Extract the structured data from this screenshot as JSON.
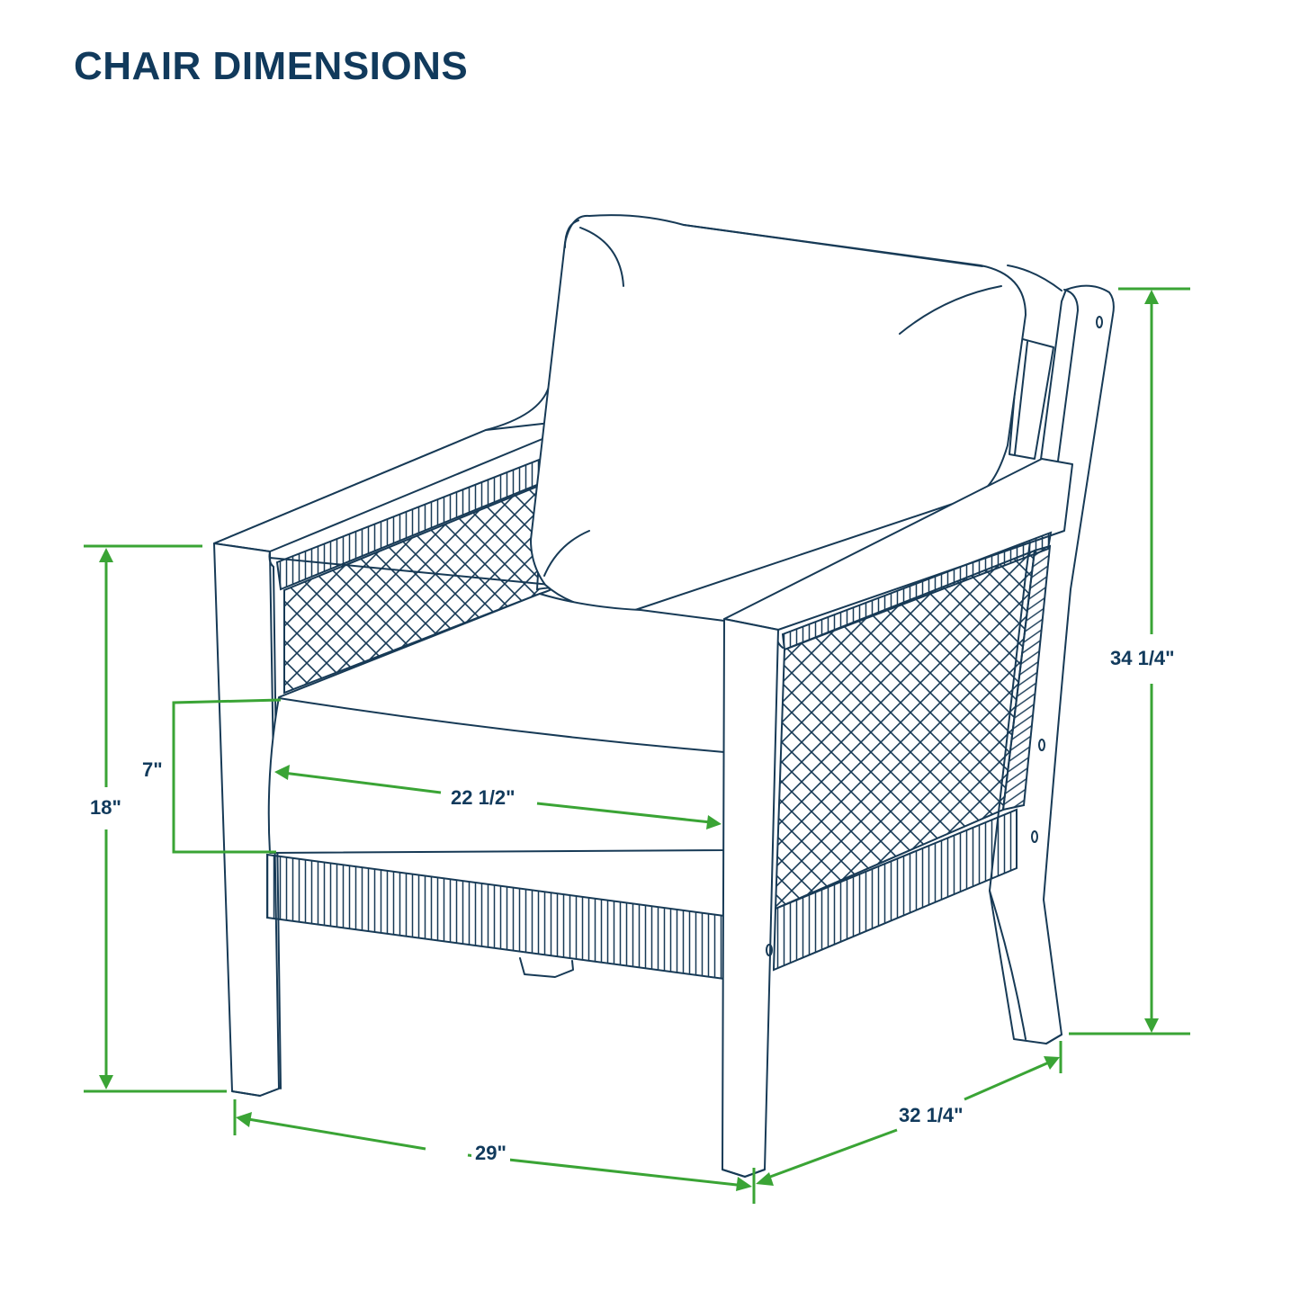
{
  "title": "CHAIR DIMENSIONS",
  "colors": {
    "title": "#113a5c",
    "outline": "#173a56",
    "dimension_line": "#3aa435",
    "background": "#ffffff"
  },
  "dimensions": {
    "overall_height": {
      "label": "34 1/4\"",
      "description": "Total chair height"
    },
    "arm_height": {
      "label": "18\"",
      "description": "Height from floor to arm top"
    },
    "seat_cushion_thickness": {
      "label": "7\"",
      "description": "Seat cushion thickness"
    },
    "seat_width": {
      "label": "22 1/2\"",
      "description": "Seat width"
    },
    "overall_width": {
      "label": "29\"",
      "description": "Total chair width"
    },
    "overall_depth": {
      "label": "32 1/4\"",
      "description": "Total chair depth"
    }
  }
}
